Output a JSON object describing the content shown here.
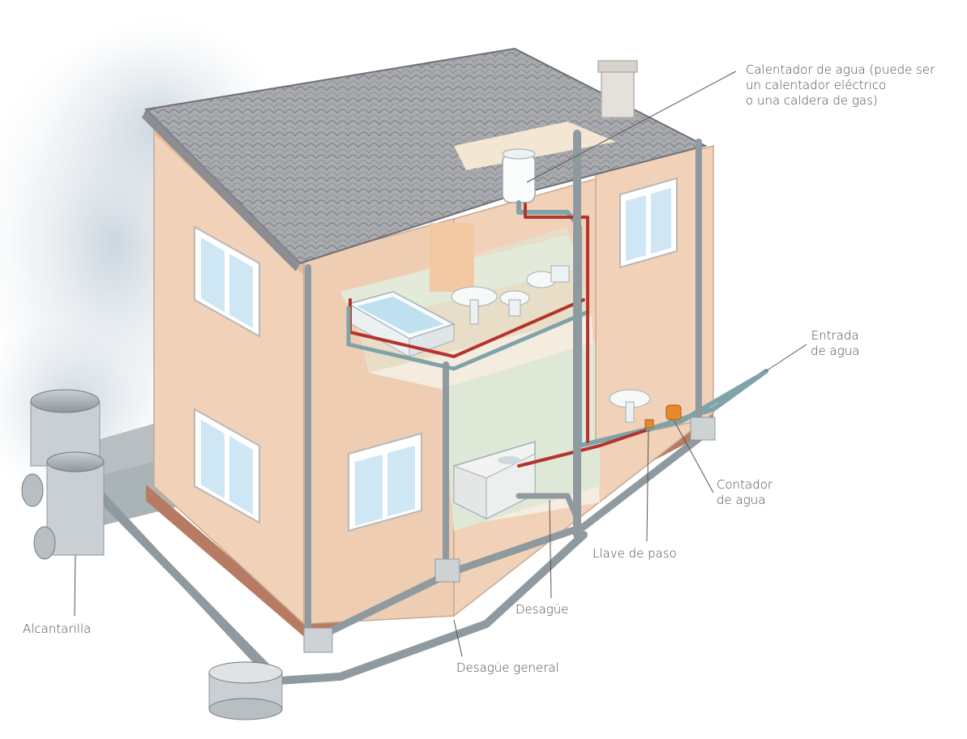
{
  "colors": {
    "wall": "#f1d2b8",
    "wall_shadow": "#e2bba0",
    "roof": "#a9abaf",
    "roof_dark": "#8b8e93",
    "pipe_gray": "#8e9aa0",
    "pipe_blue": "#7fa3a8",
    "hot_pipe": "#b5332c",
    "floor": "#dfe8d6",
    "foundation": "#b77b64",
    "window_glass": "#cfe6f4",
    "meter": "#e7892b",
    "label_text": "#4a4a4a"
  },
  "labels": {
    "water_heater": [
      "Calentador de agua (puede ser",
      "un calentador eléctrico",
      "o una caldera de gas)"
    ],
    "water_inlet": [
      "Entrada",
      "de agua"
    ],
    "water_meter": [
      "Contador",
      "de agua"
    ],
    "stop_valve": "Llave de paso",
    "drain": "Desagüe",
    "main_drain": "Desagüe general",
    "sewer": "Alcantarilla"
  }
}
